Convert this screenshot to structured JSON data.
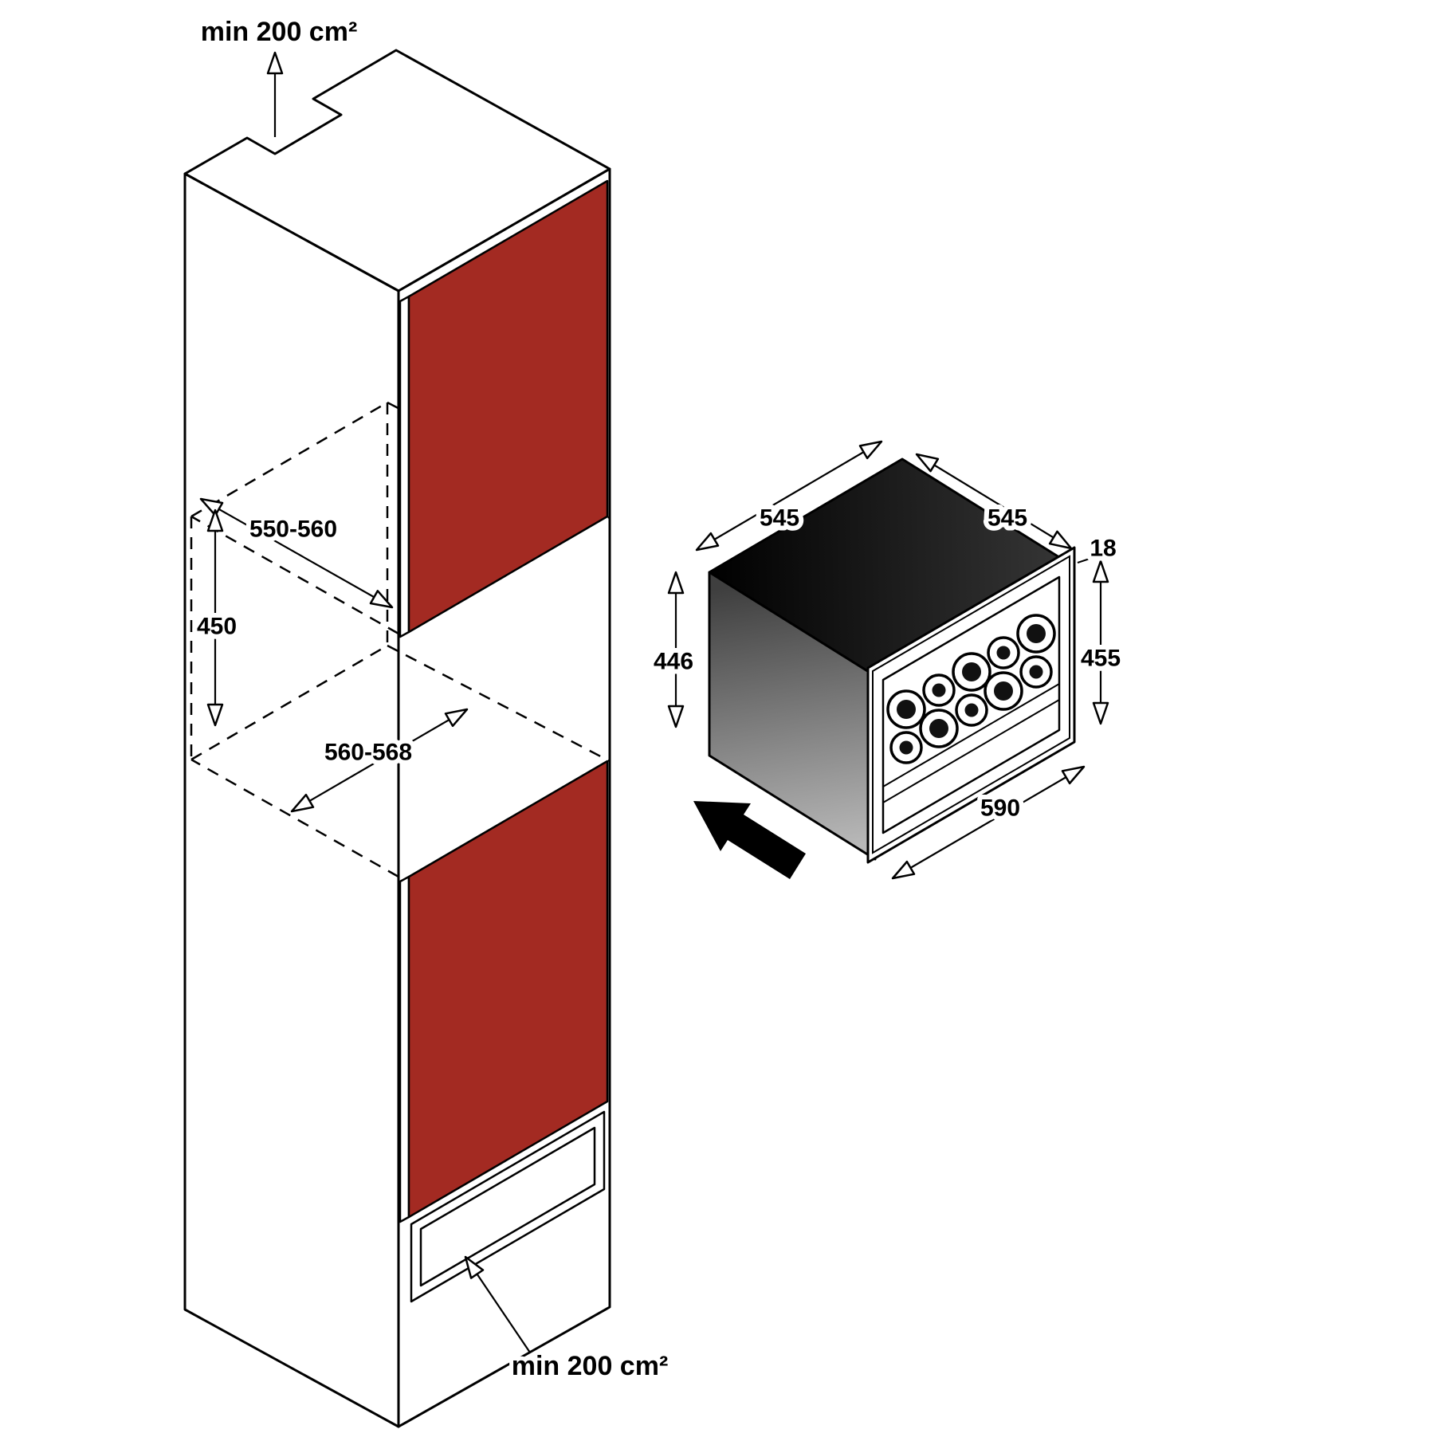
{
  "diagram": {
    "type": "built-in-appliance-installation-diagram",
    "labels": {
      "top_vent": "min 200 cm²",
      "bottom_vent": "min 200 cm²",
      "niche_depth": "550-560",
      "niche_height": "450",
      "niche_width": "560-568",
      "appliance_depth": "545",
      "appliance_width": "545",
      "frame_thickness": "18",
      "body_height": "446",
      "front_height": "455",
      "front_width": "590"
    },
    "colors": {
      "door_red": "#A32A22",
      "line": "#000000",
      "appliance_top_dark": "#0a0a0a",
      "appliance_side_gray": "#8a8a8a"
    }
  }
}
